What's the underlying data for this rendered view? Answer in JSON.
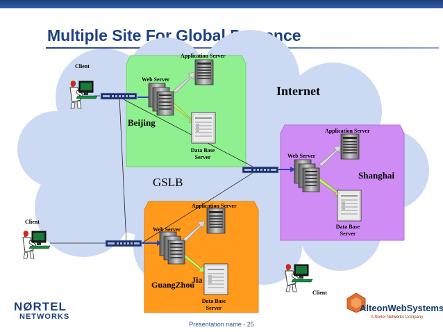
{
  "title": "Multiple Site For Global Presence",
  "cloud_label": "Internet",
  "gslb_label": "GSLB",
  "footer": "Presentation name - 25",
  "colors": {
    "title": "#1f3f85",
    "cloud": "#ccd9f2",
    "beijing_site": "#8ff08f",
    "shanghai_site": "#cf8cf4",
    "guangzhou_site": "#ff9a1c"
  },
  "sites": {
    "beijing": {
      "name": "Beijing",
      "application_server": "Application Server",
      "web_server": "Web Server",
      "database_line1": "Data Base",
      "database_line2": "Server"
    },
    "shanghai": {
      "name": "Shanghai",
      "application_server": "Application Server",
      "web_server": "Web Server",
      "database_line1": "Data Base",
      "database_line2": "Server"
    },
    "guangzhou": {
      "name": "GuangZhou",
      "overlap_text": "Jia",
      "application_server": "Application Server",
      "web_server": "Web Server",
      "database_line1": "Data Base",
      "database_line2": "Server"
    }
  },
  "clients": {
    "top_left": "Client",
    "middle_left": "Client",
    "bottom_right": "Client"
  },
  "logos": {
    "nortel_line1": "NØRTEL",
    "nortel_line2": "NETWORKS",
    "alteon_name": "AlteonWebSystems",
    "alteon_sub": "A Nortel Networks Company"
  }
}
